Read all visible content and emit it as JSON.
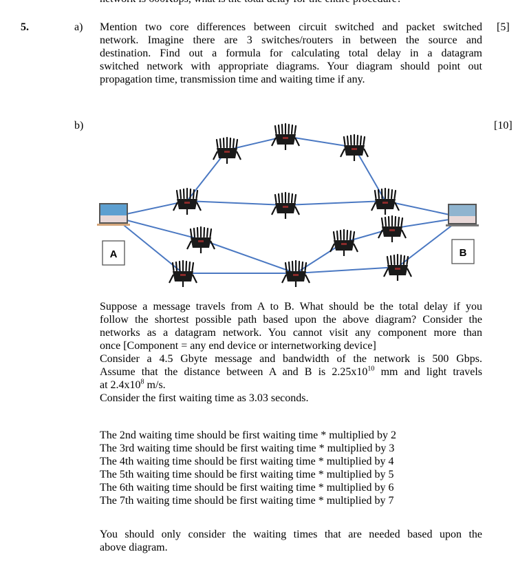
{
  "cutoff_line": "network is 600Kbps, what is the total delay for the entire procedure?",
  "question": {
    "number": "5.",
    "part_a": {
      "label": "a)",
      "marks": "[5]",
      "lines": [
        "Mention two core differences between circuit switched and packet switched",
        "network. Imagine there are 3 switches/routers in between the source and",
        "destination. Find out a formula for calculating total delay in a datagram",
        "switched network with appropriate diagrams. Your diagram should point out",
        "propagation time, transmission time and waiting time if any."
      ]
    },
    "part_b": {
      "label": "b)",
      "marks": "[10]",
      "diagram": {
        "source_label": "A",
        "dest_label": "B",
        "link_color": "#4a78c2",
        "node_icon": "router-icon",
        "end_icon": "laptop-icon"
      },
      "para1": [
        "Suppose a message travels from A to B. What should be the total delay if you",
        "follow the shortest possible path based upon the above diagram? Consider the",
        "networks as a datagram network. You cannot visit any component more than",
        "once [Component = any end device or internetworking device]",
        "Consider a 4.5 Gbyte message and bandwidth of the network is 500 Gbps."
      ],
      "distance_line": {
        "pre": "Assume that the distance between A and B is 2.25x10",
        "exp": "10",
        "post": " mm and light travels"
      },
      "speed_line": {
        "pre": "at 2.4x10",
        "exp": "8",
        "post": " m/s."
      },
      "first_wait": "Consider the first waiting time as 3.03 seconds.",
      "wait_lines": [
        "The 2nd waiting time should be first waiting time * multiplied by 2",
        "The 3rd waiting time should be first waiting time * multiplied by 3",
        "The 4th waiting time should be first waiting time * multiplied by 4",
        "The 5th waiting time should be first waiting time * multiplied by 5",
        "The 6th waiting time should be first waiting time * multiplied by 6",
        "The 7th waiting time should be first waiting time * multiplied by 7"
      ],
      "final_lines": [
        "You should only consider the waiting times that are needed based upon the",
        "above diagram."
      ]
    }
  }
}
